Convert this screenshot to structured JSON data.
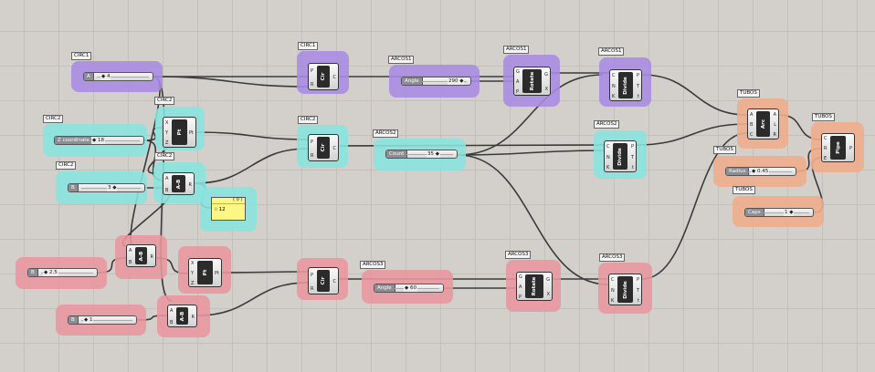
{
  "tags": {
    "circ1_a": "CIRC1",
    "circ1_b": "CIRC1",
    "circ2_a": "CIRC2",
    "circ2_b": "CIRC2",
    "circ2_c": "CIRC2",
    "circ2_d": "CIRC2",
    "circ2_e": "CIRC2",
    "arcos1_a": "ARCOS1",
    "arcos1_b": "ARCOS1",
    "arcos1_c": "ARCOS1",
    "arcos2_a": "ARCOS2",
    "arcos2_b": "ARCOS2",
    "arcos3_a": "ARCOS3",
    "arcos3_b": "ARCOS3",
    "arcos3_c": "ARCOS3",
    "tubos_a": "TUBOS",
    "tubos_b": "TUBOS",
    "tubos_c": "TUBOS",
    "tubos_d": "TUBOS"
  },
  "sliders": {
    "a": {
      "label": "A",
      "value": "◆ 4"
    },
    "zcoord": {
      "label": "Z coordinate",
      "value": "◆ 18"
    },
    "b_top": {
      "label": "B",
      "value": "3 ◆"
    },
    "angle1": {
      "label": "Angle",
      "value": "290 ◆"
    },
    "count": {
      "label": "Count",
      "value": "35 ◆"
    },
    "radius": {
      "label": "Radius",
      "value": "◆ 0.45"
    },
    "caps": {
      "label": "Caps",
      "value": "1 ◆"
    },
    "b_mid": {
      "label": "B",
      "value": "◆ 2.5"
    },
    "b_low": {
      "label": "B",
      "value": "◆ 1"
    },
    "angle3": {
      "label": "Angle",
      "value": "◆ 60"
    }
  },
  "components": {
    "pt_top": {
      "name": "Pt",
      "inputs": [
        "X",
        "Y",
        "Z"
      ],
      "outputs": [
        "Pt"
      ]
    },
    "ab_top": {
      "name": "A-B",
      "inputs": [
        "A",
        "B"
      ],
      "outputs": [
        "R"
      ]
    },
    "cir_top": {
      "name": "Cir",
      "inputs": [
        "P",
        "R"
      ],
      "outputs": [
        "C"
      ]
    },
    "cir_mid": {
      "name": "Cir",
      "inputs": [
        "P",
        "R"
      ],
      "outputs": [
        "C"
      ]
    },
    "rotate1": {
      "name": "Rotate",
      "inputs": [
        "G",
        "A",
        "P"
      ],
      "outputs": [
        "G",
        "X"
      ]
    },
    "divide1": {
      "name": "Divide",
      "inputs": [
        "C",
        "N",
        "K"
      ],
      "outputs": [
        "P",
        "T",
        "t"
      ]
    },
    "divide2": {
      "name": "Divide",
      "inputs": [
        "C",
        "N",
        "K"
      ],
      "outputs": [
        "P",
        "T",
        "t"
      ]
    },
    "arc": {
      "name": "Arc",
      "inputs": [
        "A",
        "B",
        "C"
      ],
      "outputs": [
        "A",
        "L",
        "R"
      ]
    },
    "pipe": {
      "name": "Pipe",
      "inputs": [
        "C",
        "R",
        "E"
      ],
      "outputs": [
        "P"
      ]
    },
    "ab_mid": {
      "name": "A-B",
      "inputs": [
        "A",
        "B"
      ],
      "outputs": [
        "R"
      ]
    },
    "pt_low": {
      "name": "Pt",
      "inputs": [
        "X",
        "Y",
        "Z"
      ],
      "outputs": [
        "Pt"
      ]
    },
    "ab_low": {
      "name": "A-B",
      "inputs": [
        "A",
        "B"
      ],
      "outputs": [
        "R"
      ]
    },
    "cir_low": {
      "name": "Cir",
      "inputs": [
        "P",
        "R"
      ],
      "outputs": [
        "C"
      ]
    },
    "rotate3": {
      "name": "Rotate",
      "inputs": [
        "G",
        "A",
        "P"
      ],
      "outputs": [
        "G",
        "X"
      ]
    },
    "divide3": {
      "name": "Divide",
      "inputs": [
        "C",
        "N",
        "K"
      ],
      "outputs": [
        "P",
        "T",
        "t"
      ]
    }
  },
  "panel": {
    "header": "{ 0 }",
    "line_index": "0",
    "value": "12"
  },
  "colors": {
    "purple": "#a98be2",
    "cyan": "#88e4de",
    "red": "#e8969e",
    "orange": "#eeac8c",
    "panel": "#fff685"
  }
}
